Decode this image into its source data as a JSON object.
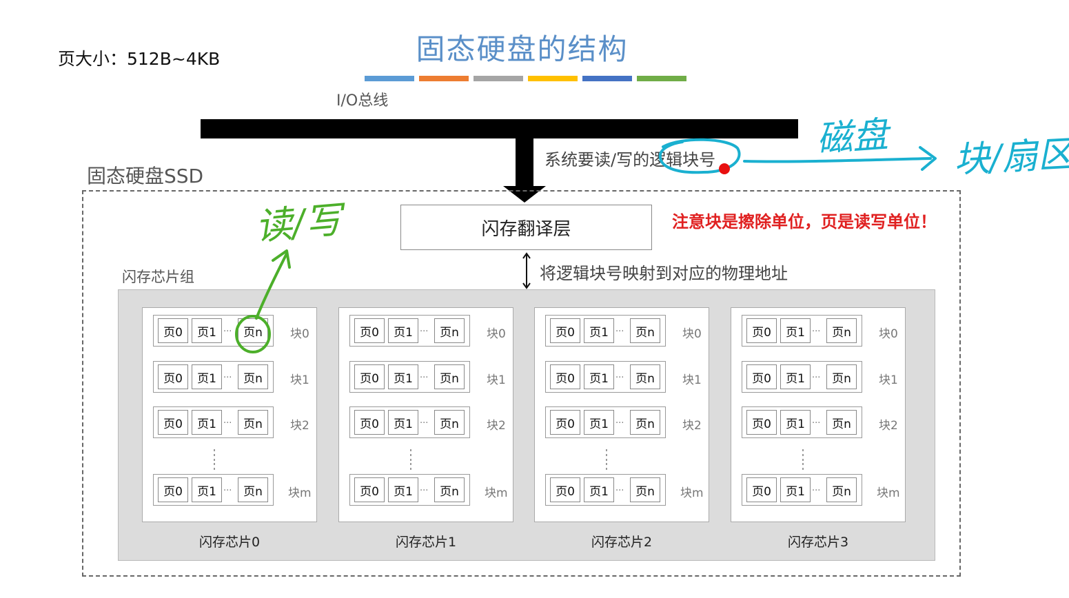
{
  "page_size_note": "页大小：512B~4KB",
  "title": "固态硬盘的结构",
  "title_color": "#5a8fc8",
  "color_strip": [
    "#5b9bd5",
    "#ed7d31",
    "#a5a5a5",
    "#ffc000",
    "#4472c4",
    "#70ad47"
  ],
  "io_bus_label": "I/O总线",
  "logic_block_label": "系统要读/写的逻辑块号",
  "ssd_label": "固态硬盘SSD",
  "ftl_label": "闪存翻译层",
  "warning_note": "注意块是擦除单位，页是读写单位！",
  "warning_color": "#e02020",
  "mapping_label": "将逻辑块号映射到对应的物理地址",
  "chip_group_label": "闪存芯片组",
  "chips": [
    {
      "label": "闪存芯片0"
    },
    {
      "label": "闪存芯片1"
    },
    {
      "label": "闪存芯片2"
    },
    {
      "label": "闪存芯片3"
    }
  ],
  "blocks": [
    {
      "label": "块0"
    },
    {
      "label": "块1"
    },
    {
      "label": "块2"
    },
    {
      "label": "块m"
    }
  ],
  "pages": {
    "p0": "页0",
    "p1": "页1",
    "pn": "页n",
    "ellipsis": "..."
  },
  "handwritten": {
    "disk_note": "磁盘",
    "block_sector_note": "块/扇区",
    "read_write_note": "读/写",
    "ink_cyan": "#1ab0d0",
    "ink_green": "#4caf2a",
    "dot_red": "#e81010"
  }
}
